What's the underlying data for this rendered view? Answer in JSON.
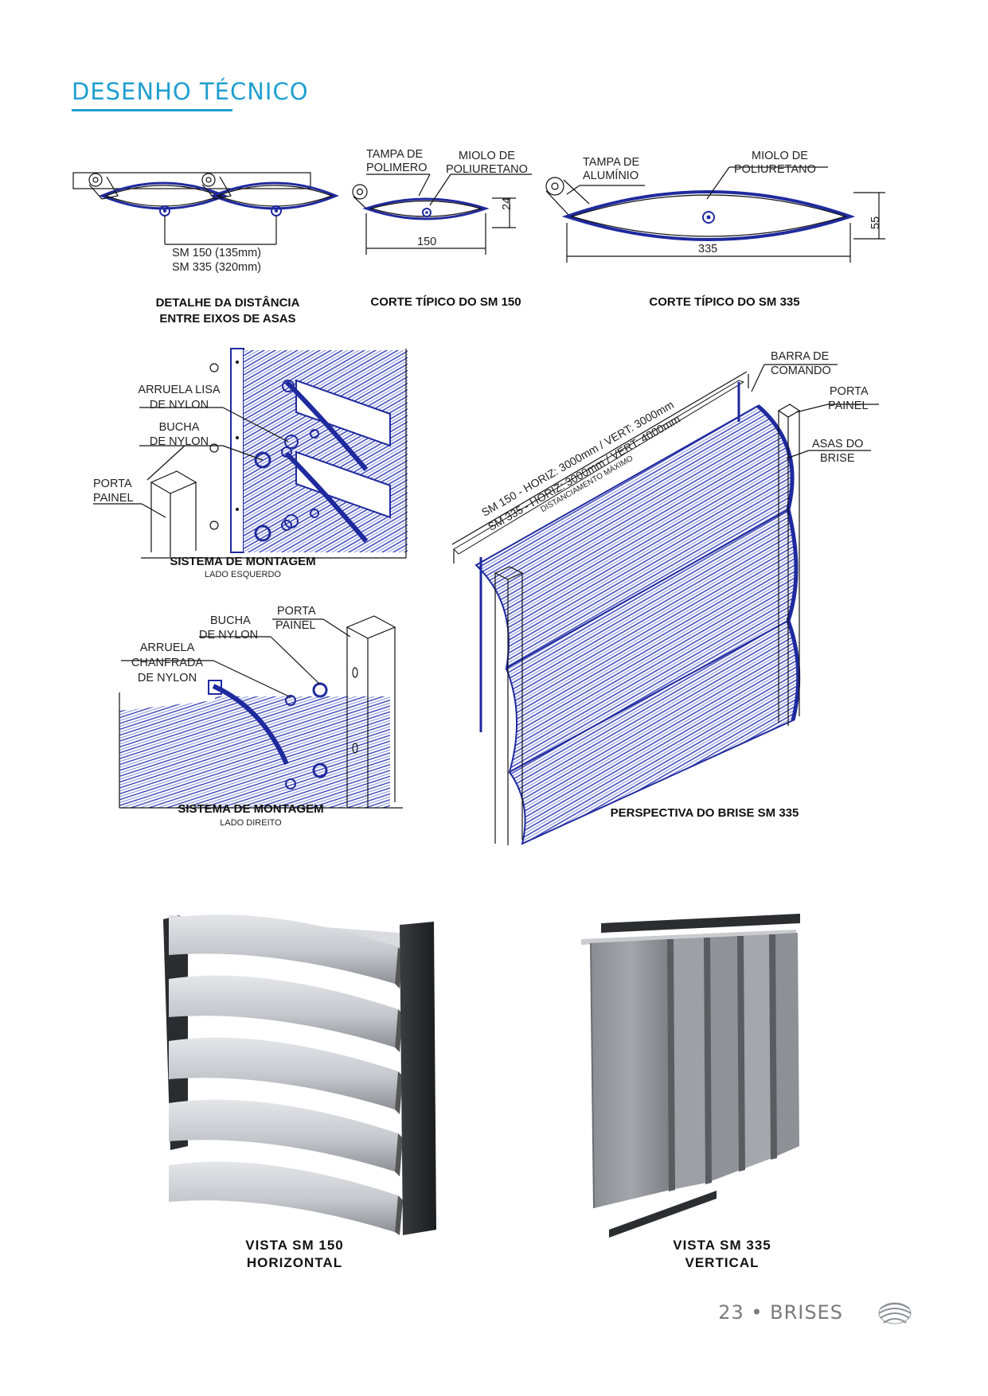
{
  "header": {
    "title": "DESENHO TÉCNICO"
  },
  "drawing_top": {
    "detail": {
      "labels": [
        "SM 150 (135mm)",
        "SM 335 (320mm)"
      ],
      "caption": "DETALHE DA DISTÂNCIA\nENTRE EIXOS DE ASAS"
    },
    "sm150": {
      "label_cap": [
        "TAMPA DE",
        "POLIMERO"
      ],
      "label_core": [
        "MIOLO DE",
        "POLIURETANO"
      ],
      "dim_width": "150",
      "dim_height": "24",
      "caption": "CORTE TÍPICO DO SM 150"
    },
    "sm335": {
      "label_cap": [
        "TAMPA DE",
        "ALUMÍNIO"
      ],
      "label_core": [
        "MIOLO DE",
        "POLIURETANO"
      ],
      "dim_width": "335",
      "dim_height": "55",
      "caption": "CORTE TÍPICO DO SM 335"
    }
  },
  "mount_left": {
    "labels": {
      "washer": [
        "ARRUELA LISA",
        "DE NYLON"
      ],
      "bushing": [
        "BUCHA",
        "DE NYLON"
      ],
      "post": [
        "PORTA",
        "PAINEL"
      ]
    },
    "caption": "SISTEMA DE MONTAGEM",
    "subcaption": "LADO ESQUERDO"
  },
  "mount_right": {
    "labels": {
      "bushing": [
        "BUCHA",
        "DE NYLON"
      ],
      "post": [
        "PORTA",
        "PAINEL"
      ],
      "washer": [
        "ARRUELA",
        "CHANFRADA",
        "DE NYLON"
      ]
    },
    "caption": "SISTEMA DE MONTAGEM",
    "subcaption": "LADO DIREITO"
  },
  "perspective": {
    "labels": {
      "bar": [
        "BARRA DE",
        "COMANDO"
      ],
      "post": [
        "PORTA",
        "PAINEL"
      ],
      "wings": [
        "ASAS DO",
        "BRISE"
      ]
    },
    "spacing": [
      "SM 150 - HORIZ: 3000mm / VERT: 3000mm",
      "SM 335 - HORIZ: 3000mm / VERT: 4000mm",
      "DISTANCIAMENTO MÁXIMO"
    ],
    "caption": "PERSPECTIVA DO BRISE  SM 335"
  },
  "photos": [
    {
      "caption": [
        "VISTA SM 150",
        "HORIZONTAL"
      ]
    },
    {
      "caption": [
        "VISTA SM 335",
        "VERTICAL"
      ]
    }
  ],
  "footer": {
    "page": "23 • BRISES"
  },
  "colors": {
    "accent": "#1e9fd0",
    "drawing_blue": "#1f2a9e",
    "footer_gray": "#7a7a7a"
  }
}
